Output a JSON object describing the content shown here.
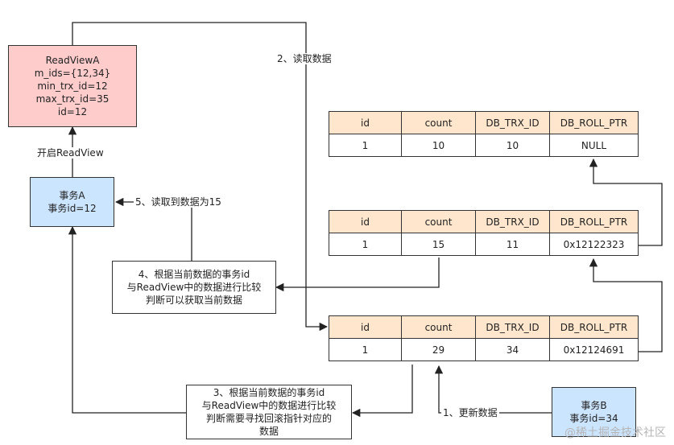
{
  "read_view": {
    "lines": [
      "ReadViewA",
      "m_ids={12,34}",
      "min_trx_id=12",
      "max_trx_id=35",
      "id=12"
    ]
  },
  "txn_a": {
    "lines": [
      "事务A",
      "事务id=12"
    ]
  },
  "txn_b": {
    "lines": [
      "事务B",
      "事务id=34"
    ]
  },
  "labels": {
    "open_read_view": "开启ReadView",
    "read_data": "2、读取数据",
    "read_result": "5、读取到数据为15",
    "update_data": "1、更新数据"
  },
  "note_4": {
    "lines": [
      "4、根据当前数据的事务id",
      "与ReadView中的数据进行比较",
      "判断可以获取当前数据"
    ]
  },
  "note_3": {
    "lines": [
      "3、根据当前数据的事务id",
      "与ReadView中的数据进行比较",
      "判断需要寻找回滚指针对应的",
      "数据"
    ]
  },
  "columns": [
    "id",
    "count",
    "DB_TRX_ID",
    "DB_ROLL_PTR"
  ],
  "records": [
    {
      "name": "record-oldest",
      "row": [
        "1",
        "10",
        "10",
        "NULL"
      ]
    },
    {
      "name": "record-middle",
      "row": [
        "1",
        "15",
        "11",
        "0x12122323"
      ]
    },
    {
      "name": "record-current",
      "row": [
        "1",
        "29",
        "34",
        "0x12124691"
      ]
    }
  ],
  "watermark": "@稀土掘金技术社区"
}
